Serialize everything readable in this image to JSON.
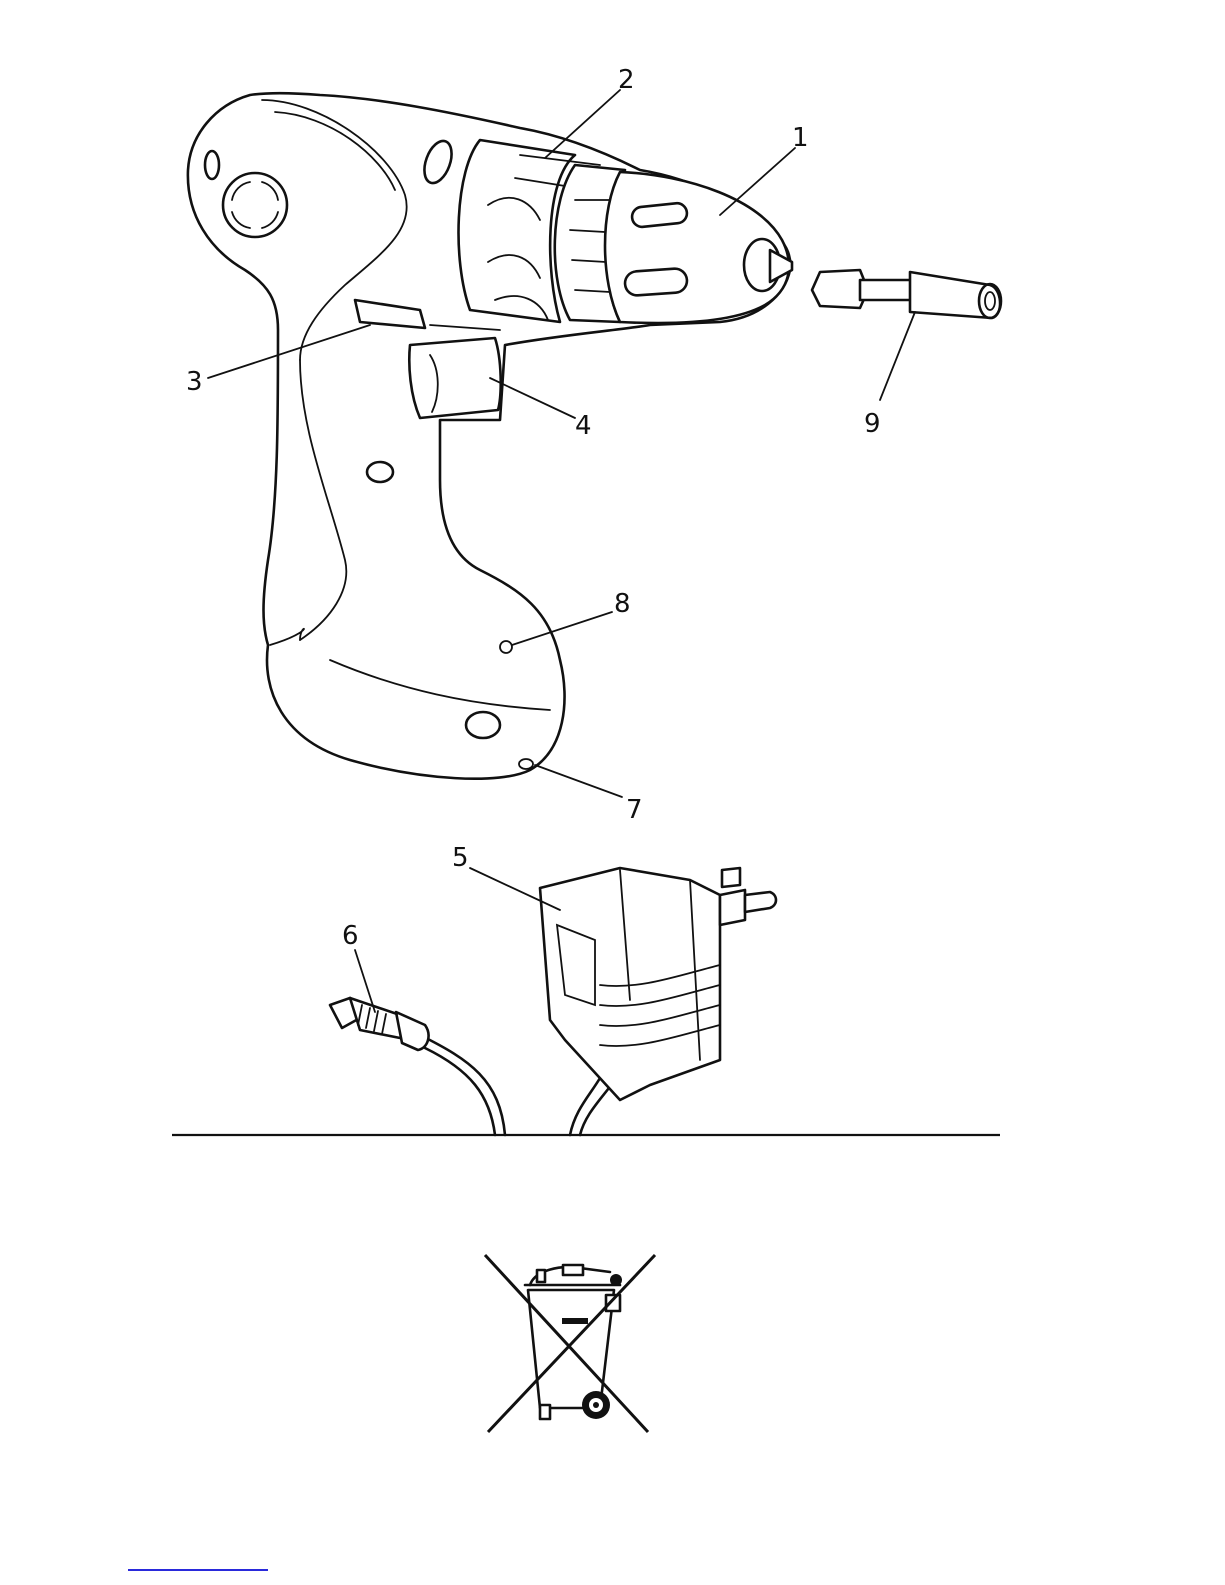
{
  "callouts": [
    {
      "id": "chuck",
      "label": "1"
    },
    {
      "id": "torque-collar",
      "label": "2"
    },
    {
      "id": "direction-switch",
      "label": "3"
    },
    {
      "id": "trigger",
      "label": "4"
    },
    {
      "id": "charger",
      "label": "5"
    },
    {
      "id": "charger-plug",
      "label": "6"
    },
    {
      "id": "charging-socket",
      "label": "7"
    },
    {
      "id": "charge-indicator",
      "label": "8"
    },
    {
      "id": "bit-holder",
      "label": "9"
    }
  ],
  "icons": [
    "cordless-drill-icon",
    "bit-holder-icon",
    "charger-icon",
    "crossed-out-wheelie-bin-icon"
  ],
  "colors": {
    "line": "#111111",
    "background": "#ffffff",
    "footer_rule": "#2a2adb"
  }
}
